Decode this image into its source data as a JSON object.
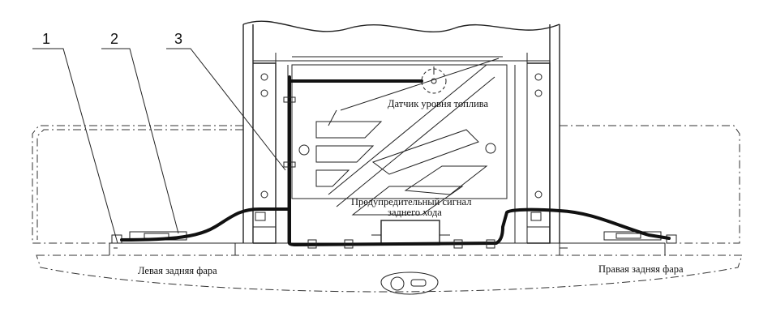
{
  "callouts": [
    "1",
    "2",
    "3"
  ],
  "labels": {
    "fuel_sensor": "Датчик уровня топлива",
    "reverse_signal_line1": "Предупредительный сигнал",
    "reverse_signal_line2": "заднего хода",
    "left_lamp": "Левая задняя фара",
    "right_lamp": "Правая задняя фара"
  }
}
